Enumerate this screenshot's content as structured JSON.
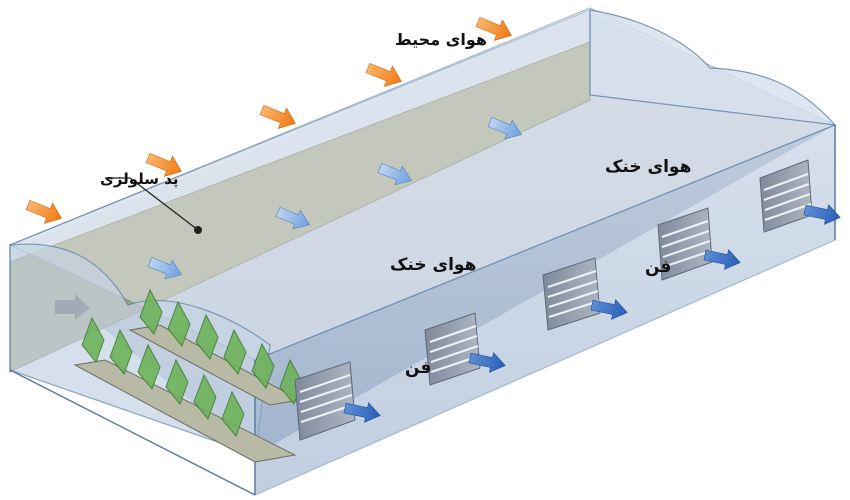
{
  "labels": {
    "ambient_air": "هوای محیط",
    "cellulose_pad": "پد سلولزی",
    "cool_air_1": "هوای خنک",
    "cool_air_2": "هوای خنک",
    "fan_1": "فن",
    "fan_2": "فن"
  },
  "colors": {
    "ambient_arrow": "#f5821f",
    "cool_arrow": "#8ab4e8",
    "exhaust_arrow": "#3a6fc4",
    "pad": "#a8a57e",
    "plant": "#6db35a",
    "glass_edge": "#5b7fa6"
  }
}
